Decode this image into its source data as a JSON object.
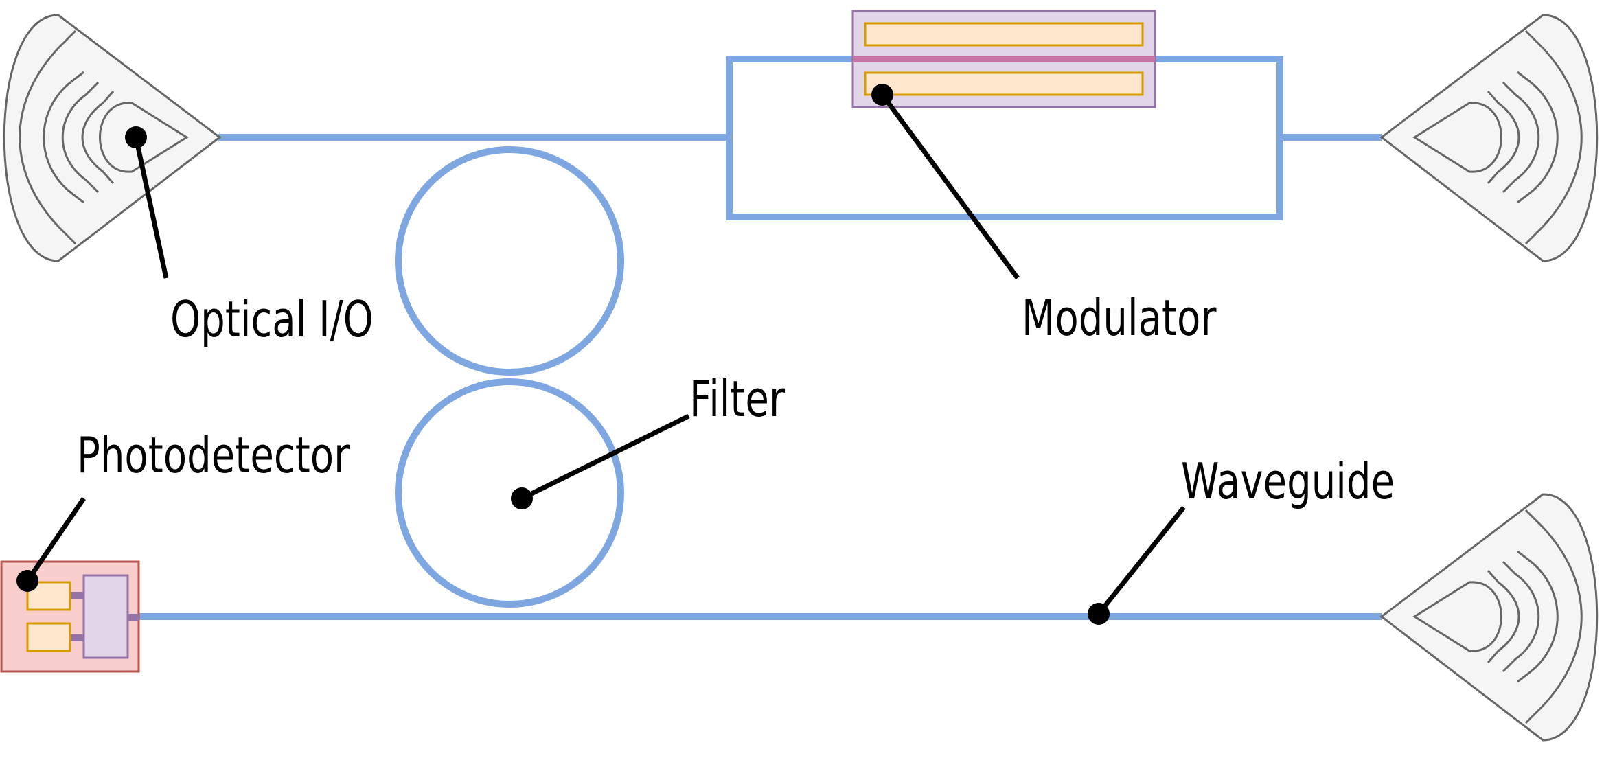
{
  "labels": {
    "optical_io": "Optical I/O",
    "modulator": "Modulator",
    "filter": "Filter",
    "photodetector": "Photodetector",
    "waveguide": "Waveguide"
  },
  "colors": {
    "waveguide": "#7ea6e0",
    "coupler_fill": "#f5f5f5",
    "coupler_stroke": "#666666",
    "modulator_fill": "#e1d5e7",
    "modulator_stroke": "#9673a6",
    "electrode_fill": "#ffe6cc",
    "electrode_stroke": "#d79b00",
    "photodetector_fill": "#f8cecc",
    "photodetector_stroke": "#b85450",
    "leader": "#000000"
  }
}
